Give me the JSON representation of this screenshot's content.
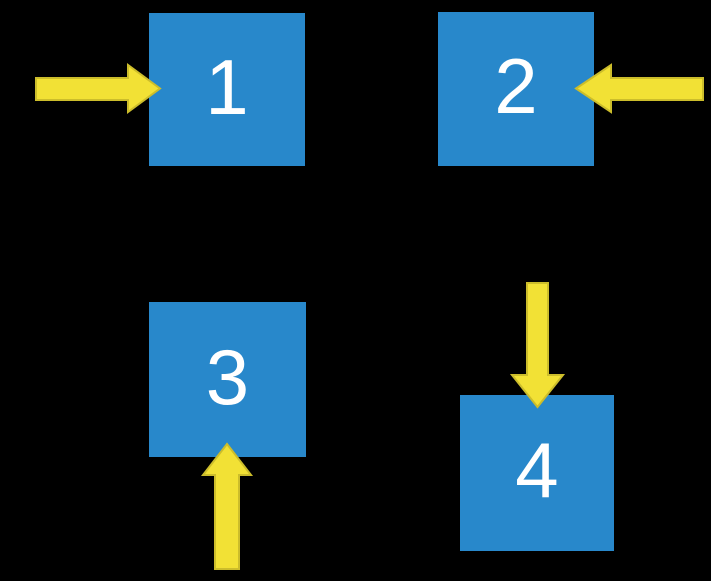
{
  "diagram": {
    "squares": [
      {
        "label": "1",
        "arrow": "arrow-right-icon",
        "arrow_points_from": "left"
      },
      {
        "label": "2",
        "arrow": "arrow-left-icon",
        "arrow_points_from": "right"
      },
      {
        "label": "3",
        "arrow": "arrow-up-icon",
        "arrow_points_from": "bottom"
      },
      {
        "label": "4",
        "arrow": "arrow-down-icon",
        "arrow_points_from": "top"
      }
    ]
  },
  "colors": {
    "background": "#000000",
    "square_fill": "#2888CB",
    "label_text": "#FFFFFF",
    "arrow_fill": "#F2E135",
    "arrow_outline": "#CCBD2B"
  }
}
